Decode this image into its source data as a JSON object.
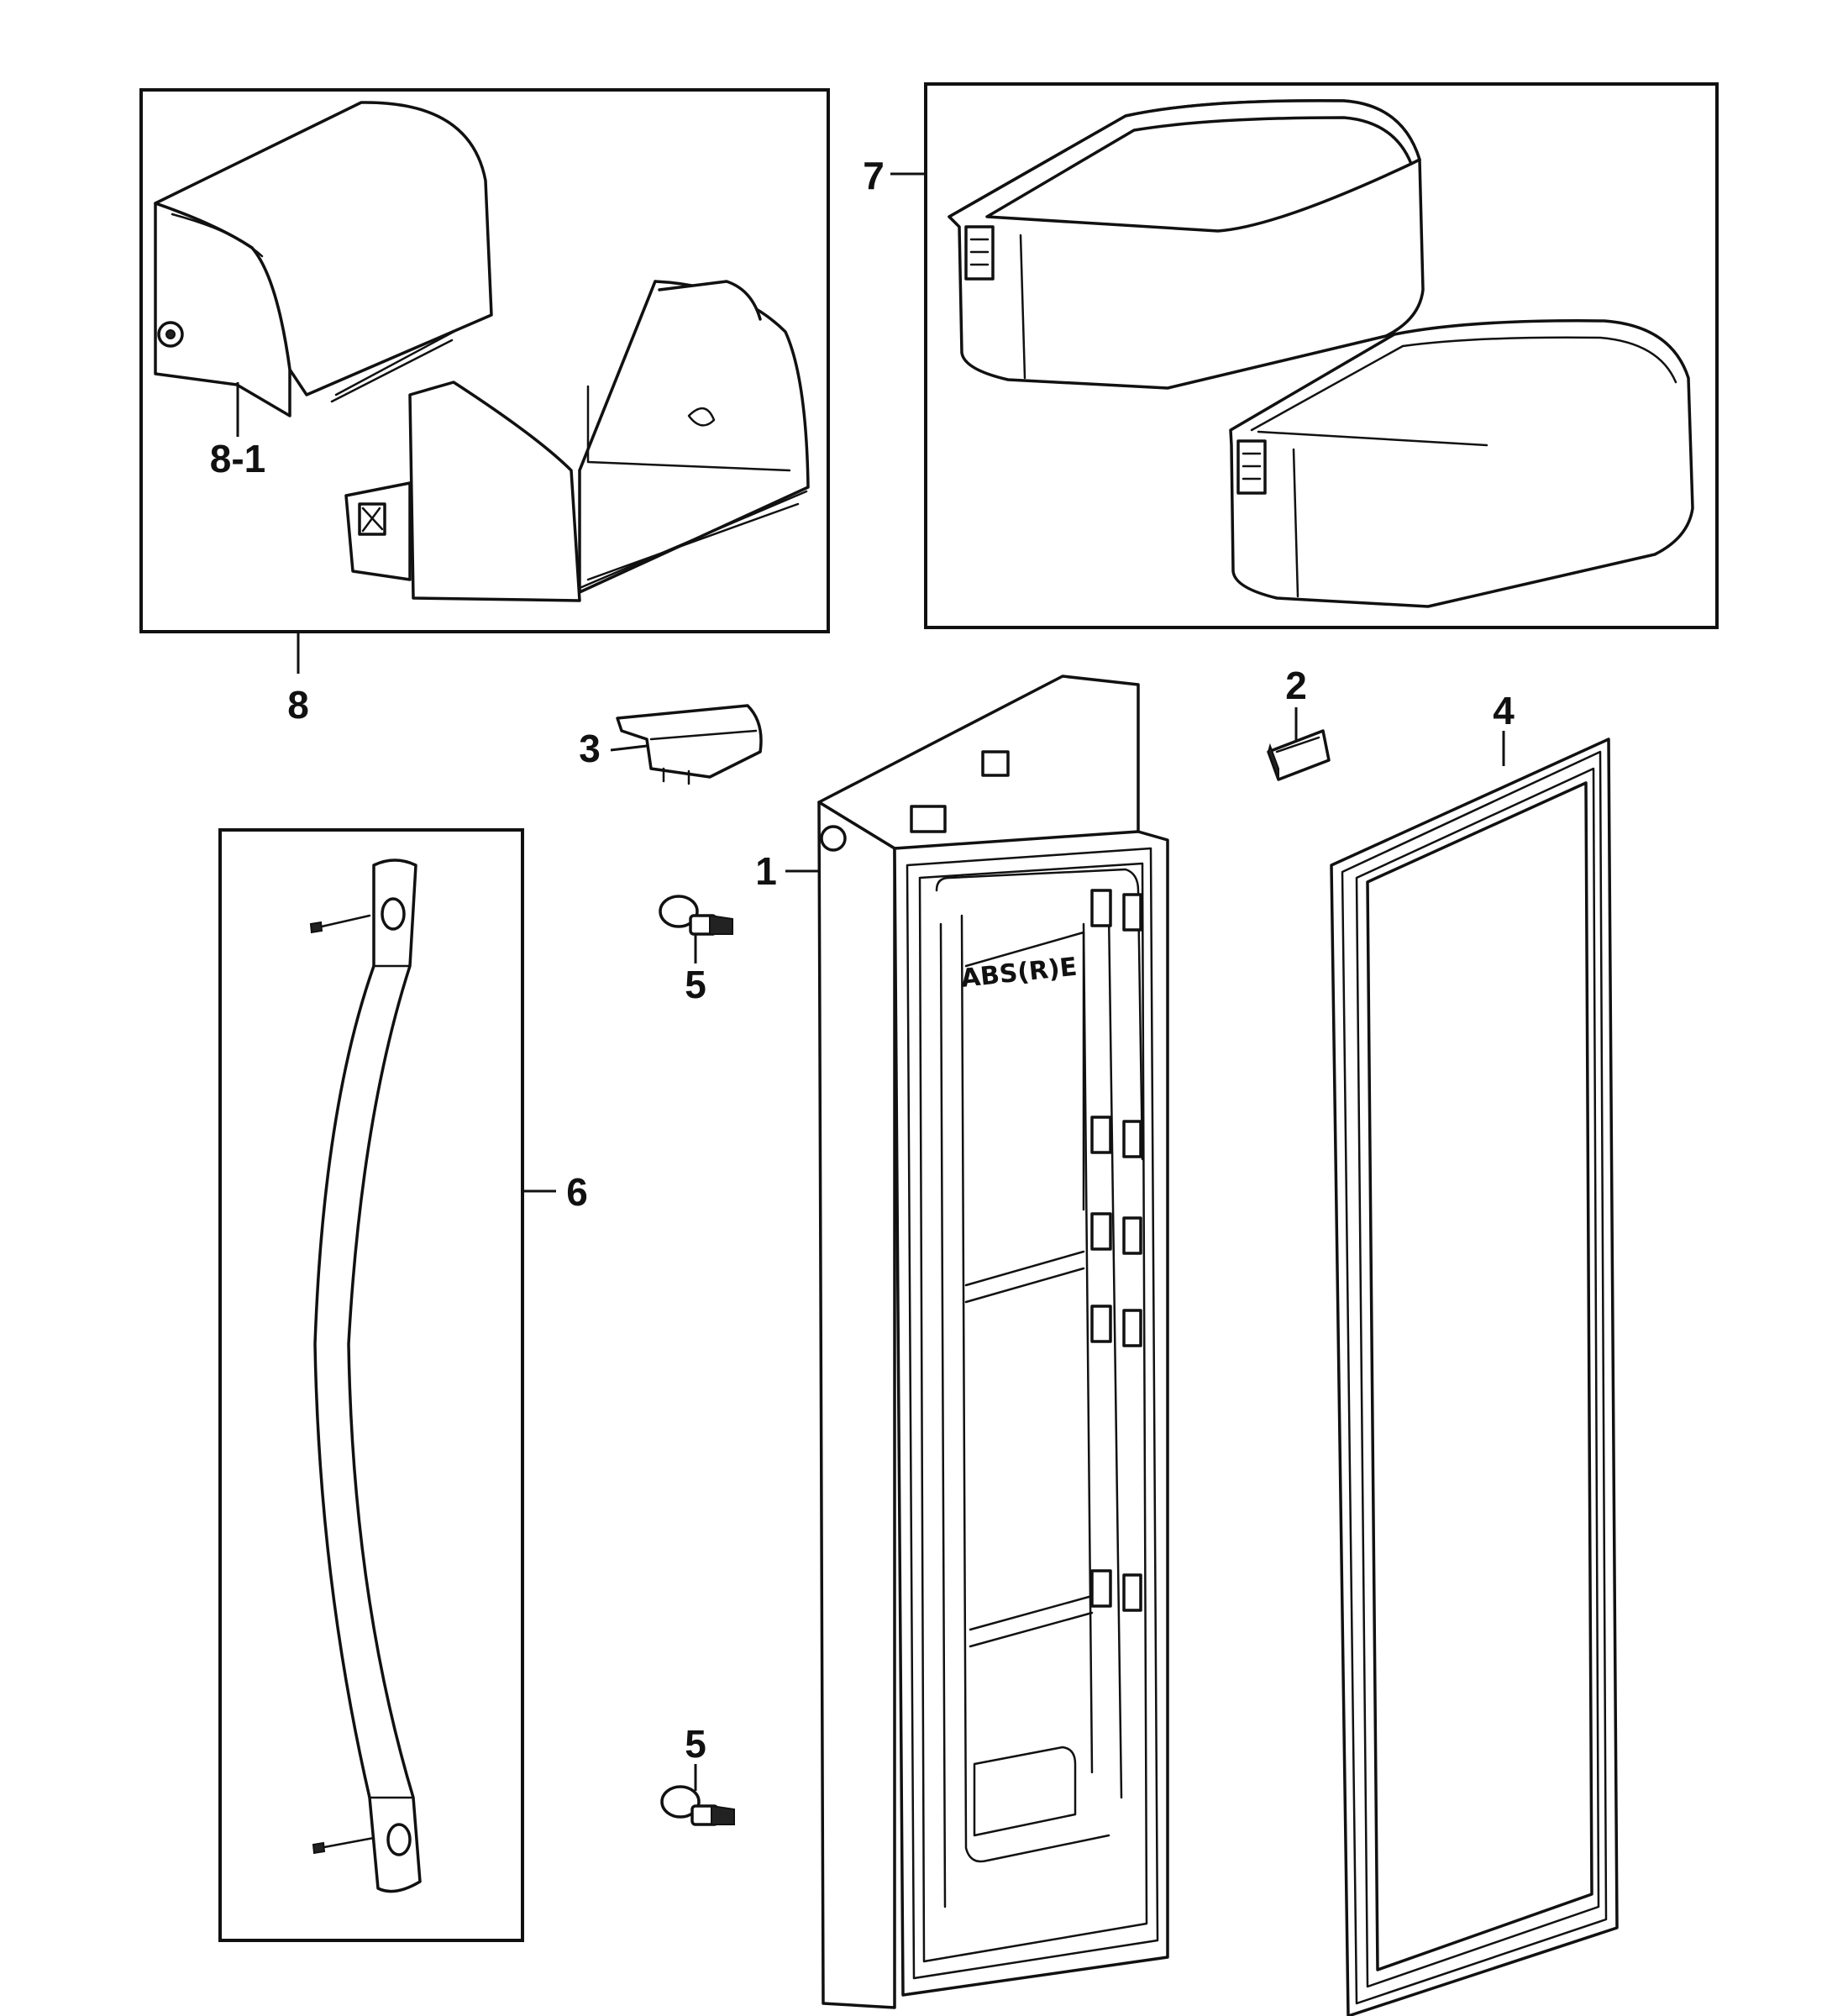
{
  "callouts": {
    "door": "1",
    "bracket": "2",
    "cap": "3",
    "gasket": "4",
    "screw_upper": "5",
    "screw_lower": "5",
    "handle": "6",
    "bin": "7",
    "guard_assembly": "8",
    "guard_cover": "8-1"
  },
  "door_marking": "ABS(R)E"
}
